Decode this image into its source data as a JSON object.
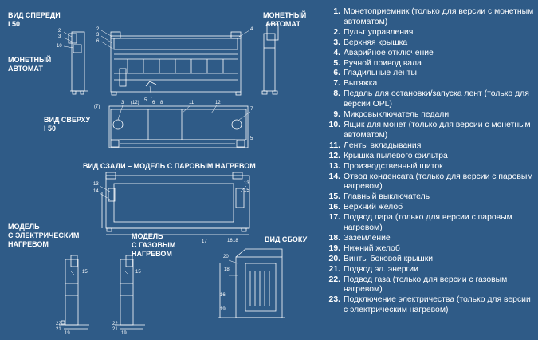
{
  "labels": {
    "front_view": "ВИД СПЕРЕДИ",
    "front_model": "I 50",
    "coin_left": "МОНЕТНЫЙ",
    "coin_left2": "АВТОМАТ",
    "coin_right": "МОНЕТНЫЙ",
    "coin_right2": "АВТОМАТ",
    "top_view": "ВИД СВЕРХУ",
    "top_model": "I 50",
    "rear_view": "ВИД СЗАДИ – МОДЕЛЬ С ПАРОВЫМ НАГРЕВОМ",
    "electric_1": "МОДЕЛЬ",
    "electric_2": "С ЭЛЕКТРИЧЕСКИМ",
    "electric_3": "НАГРЕВОМ",
    "gas_1": "МОДЕЛЬ",
    "gas_2": "С ГАЗОВЫМ",
    "gas_3": "НАГРЕВОМ",
    "side_view": "ВИД СБОКУ"
  },
  "callouts": {
    "f2": "2",
    "f3": "3",
    "f10": "10",
    "f2b": "2",
    "f3b": "3",
    "f6": "6",
    "f4": "4",
    "f5": "5",
    "f6b": "6",
    "f8": "8",
    "t7a": "(7)",
    "t3": "3",
    "t12a": "(12)",
    "t11": "11",
    "t12": "12",
    "t7": "7",
    "t5": "5",
    "r13": "13",
    "r14": "14",
    "r13b": "13",
    "r15": "15",
    "r17": "17",
    "r16": "16",
    "r18": "18",
    "e15": "15",
    "e22": "22",
    "e21": "21",
    "e19": "19",
    "g15": "15",
    "g22": "22",
    "g21": "21",
    "g19": "19",
    "s20": "20",
    "s18": "18",
    "s16": "16",
    "s19": "19"
  },
  "legend": [
    {
      "n": "1.",
      "t": "Монетоприемник (только для версии с монетным автоматом)"
    },
    {
      "n": "2.",
      "t": "Пульт управления"
    },
    {
      "n": "3.",
      "t": "Верхняя крышка"
    },
    {
      "n": "4.",
      "t": "Аварийное отключение"
    },
    {
      "n": "5.",
      "t": "Ручной привод вала"
    },
    {
      "n": "6.",
      "t": "Гладильные ленты"
    },
    {
      "n": "7.",
      "t": "Вытяжка"
    },
    {
      "n": "8.",
      "t": "Педаль для остановки/запуска лент (только для версии OPL)"
    },
    {
      "n": "9.",
      "t": "Микровыключатель педали"
    },
    {
      "n": "10.",
      "t": "Ящик для монет (только для версии с монетным автоматом)"
    },
    {
      "n": "11.",
      "t": "Ленты вкладывания"
    },
    {
      "n": "12.",
      "t": "Крышка пылевого фильтра"
    },
    {
      "n": "13.",
      "t": "Производственный щиток"
    },
    {
      "n": "14.",
      "t": "Отвод конденсата (только для версии с паровым нагревом)"
    },
    {
      "n": "15.",
      "t": "Главный выключатель"
    },
    {
      "n": "16.",
      "t": "Верхний желоб"
    },
    {
      "n": "17.",
      "t": "Подвод пара (только для версии с паровым нагревом)"
    },
    {
      "n": "18.",
      "t": "Заземление"
    },
    {
      "n": "19.",
      "t": "Нижний желоб"
    },
    {
      "n": "20.",
      "t": "Винты боковой крышки"
    },
    {
      "n": "21.",
      "t": "Подвод эл. энергии"
    },
    {
      "n": "22.",
      "t": "Подвод газа (только для версии с газовым нагревом)"
    },
    {
      "n": "23.",
      "t": "Подключение электричества (только для версии с электрическим нагревом)"
    }
  ],
  "colors": {
    "background": "#2f5b87",
    "line": "#ffffff"
  }
}
